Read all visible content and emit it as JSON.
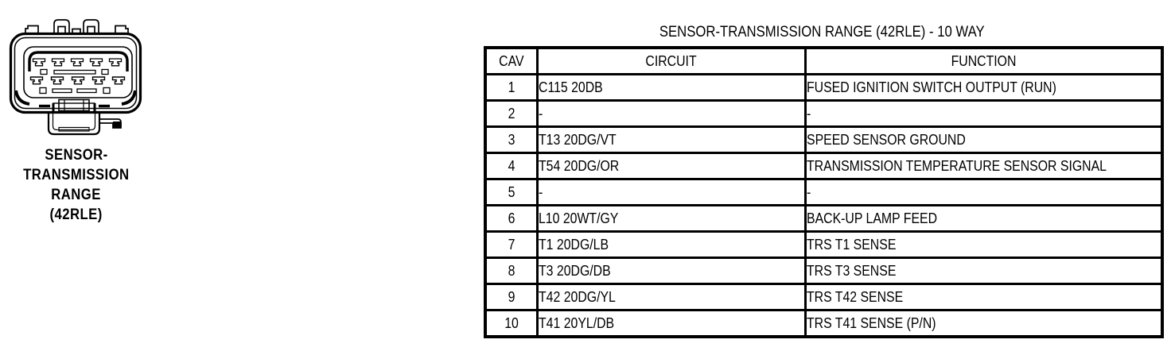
{
  "figure": {
    "drawing": "10-way connector face view",
    "label_lines": [
      "SENSOR-",
      "TRANSMISSION",
      "RANGE",
      "(42RLE)"
    ]
  },
  "table": {
    "title": "SENSOR-TRANSMISSION RANGE (42RLE) - 10 WAY",
    "headers": {
      "cav": "CAV",
      "circuit": "CIRCUIT",
      "function": "FUNCTION"
    },
    "rows": [
      {
        "cav": "1",
        "circuit": "C115 20DB",
        "function": "FUSED IGNITION SWITCH OUTPUT (RUN)"
      },
      {
        "cav": "2",
        "circuit": "-",
        "function": "-"
      },
      {
        "cav": "3",
        "circuit": "T13 20DG/VT",
        "function": "SPEED SENSOR GROUND"
      },
      {
        "cav": "4",
        "circuit": "T54 20DG/OR",
        "function": "TRANSMISSION TEMPERATURE SENSOR SIGNAL"
      },
      {
        "cav": "5",
        "circuit": "-",
        "function": "-"
      },
      {
        "cav": "6",
        "circuit": "L10 20WT/GY",
        "function": "BACK-UP LAMP FEED"
      },
      {
        "cav": "7",
        "circuit": "T1 20DG/LB",
        "function": "TRS T1 SENSE"
      },
      {
        "cav": "8",
        "circuit": "T3 20DG/DB",
        "function": "TRS T3 SENSE"
      },
      {
        "cav": "9",
        "circuit": "T42 20DG/YL",
        "function": "TRS T42 SENSE"
      },
      {
        "cav": "10",
        "circuit": "T41 20YL/DB",
        "function": "TRS T41 SENSE (P/N)"
      }
    ]
  },
  "colors": {
    "ink": "#000000",
    "paper": "#ffffff"
  }
}
